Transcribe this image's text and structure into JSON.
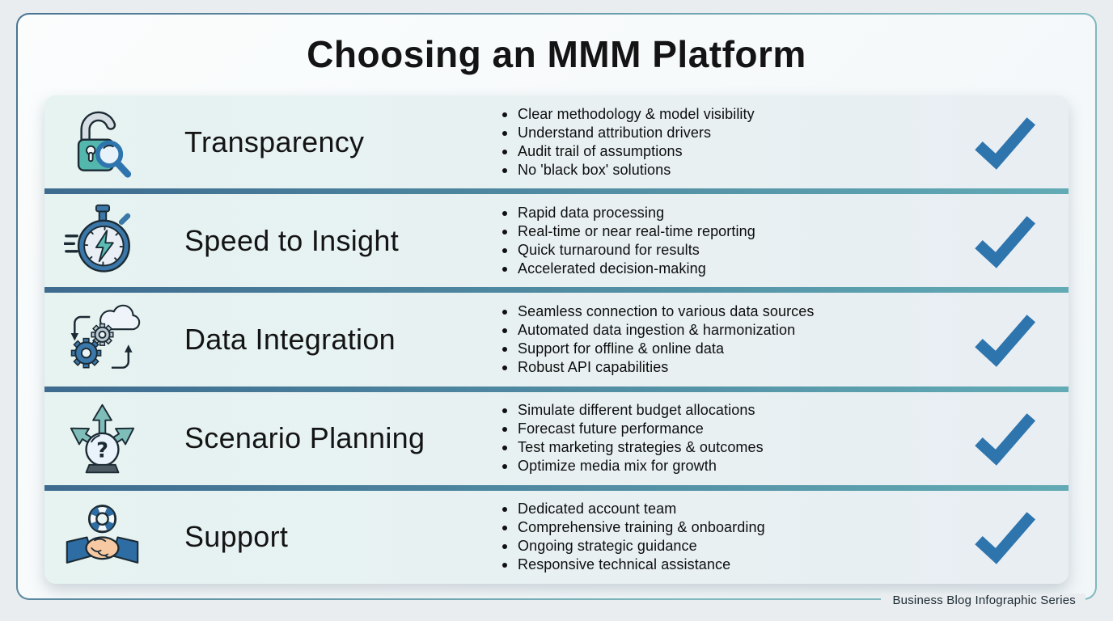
{
  "title": "Choosing an MMM Platform",
  "footer": {
    "label": "Business Blog Infographic Series"
  },
  "colors": {
    "page-bg": "#e9edf0",
    "frame-a": "#4a7391",
    "frame-b": "#7fb8bd",
    "row-a": "#e6f3f1",
    "row-b": "#e9eef3",
    "sep-a": "#3e6b8f",
    "sep-b": "#62abb5",
    "check-blue": "#2e74ad"
  },
  "rows": [
    {
      "title": "Transparency",
      "icon": "padlock-magnifier-icon",
      "bullets": [
        "Clear methodology & model visibility",
        "Understand attribution drivers",
        "Audit trail of assumptions",
        "No 'black box' solutions"
      ]
    },
    {
      "title": "Speed to Insight",
      "icon": "stopwatch-icon",
      "bullets": [
        "Rapid data processing",
        "Real-time or near real-time reporting",
        "Quick turnaround for results",
        "Accelerated decision-making"
      ]
    },
    {
      "title": "Data Integration",
      "icon": "gears-cloud-icon",
      "bullets": [
        "Seamless connection to various data sources",
        "Automated data ingestion & harmonization",
        "Support for offline & online data",
        "Robust API capabilities"
      ]
    },
    {
      "title": "Scenario Planning",
      "icon": "crystal-ball-arrows-icon",
      "bullets": [
        "Simulate different budget allocations",
        "Forecast future performance",
        "Test marketing strategies & outcomes",
        "Optimize media mix for growth"
      ]
    },
    {
      "title": "Support",
      "icon": "handshake-lifebuoy-icon",
      "bullets": [
        "Dedicated account team",
        "Comprehensive training & onboarding",
        "Ongoing strategic guidance",
        "Responsive technical assistance"
      ]
    }
  ]
}
